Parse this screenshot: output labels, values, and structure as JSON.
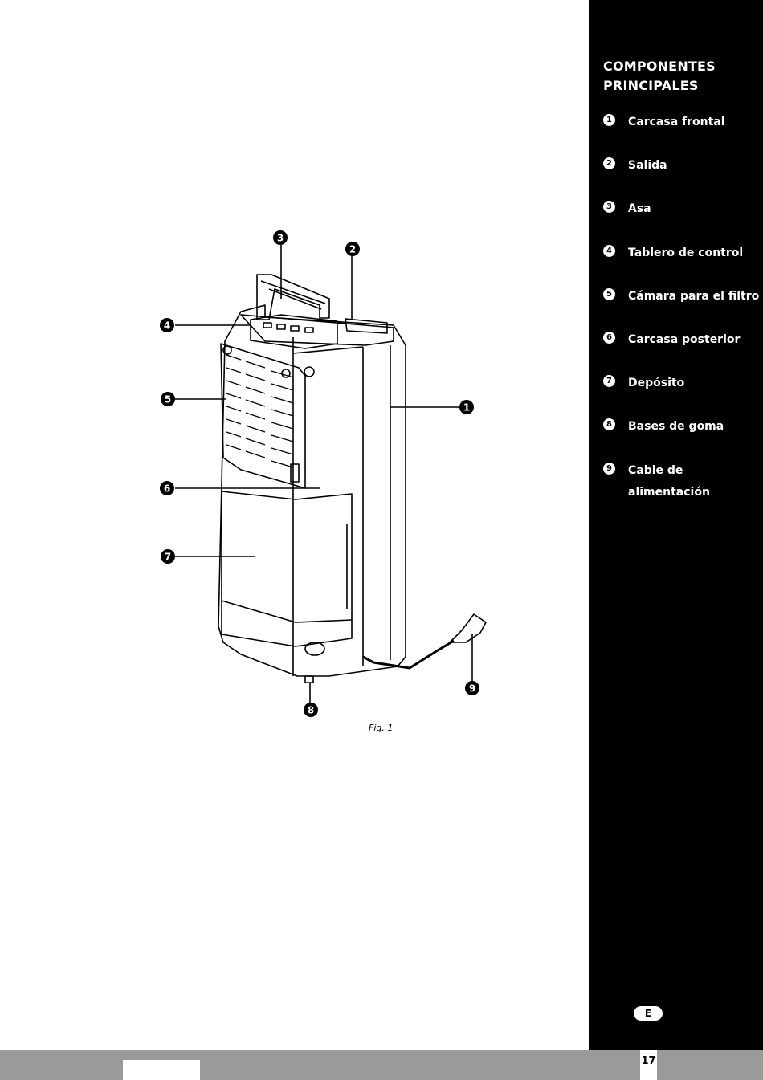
{
  "sidebar": {
    "title_line1": "COMPONENTES",
    "title_line2": "PRINCIPALES",
    "items": [
      {
        "num": "1",
        "label": "Carcasa frontal"
      },
      {
        "num": "2",
        "label": "Salida"
      },
      {
        "num": "3",
        "label": "Asa"
      },
      {
        "num": "4",
        "label": "Tablero de control"
      },
      {
        "num": "5",
        "label": "Cámara para el filtro"
      },
      {
        "num": "6",
        "label": "Carcasa posterior"
      },
      {
        "num": "7",
        "label": "Depósito"
      },
      {
        "num": "8",
        "label": "Bases de goma"
      },
      {
        "num": "9",
        "label_line1": "Cable de",
        "label_line2": "alimentación"
      }
    ],
    "language": "E"
  },
  "figure": {
    "caption": "Fig. 1",
    "callouts": [
      "1",
      "2",
      "3",
      "4",
      "5",
      "6",
      "7",
      "8",
      "9"
    ]
  },
  "footer": {
    "page_number": "17"
  }
}
